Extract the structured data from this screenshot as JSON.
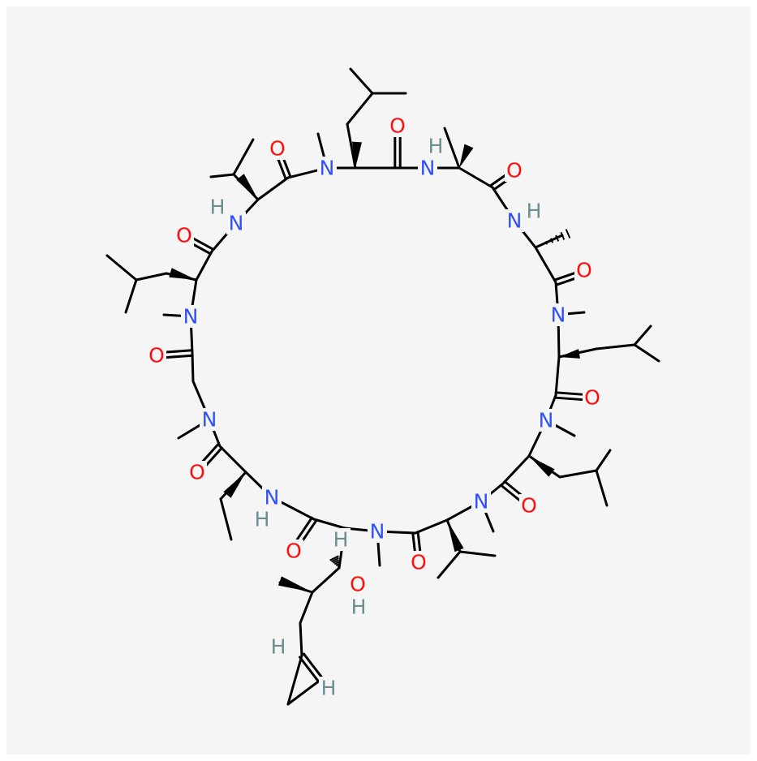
{
  "colors": {
    "background": "#f5f5f5",
    "bond": "#000000",
    "oxygen": "#ff0d0d",
    "nitrogen": "#3050f8",
    "hydrogen": "#6b8e8e"
  },
  "atoms": {
    "O": "O",
    "N": "N",
    "H": "H"
  }
}
